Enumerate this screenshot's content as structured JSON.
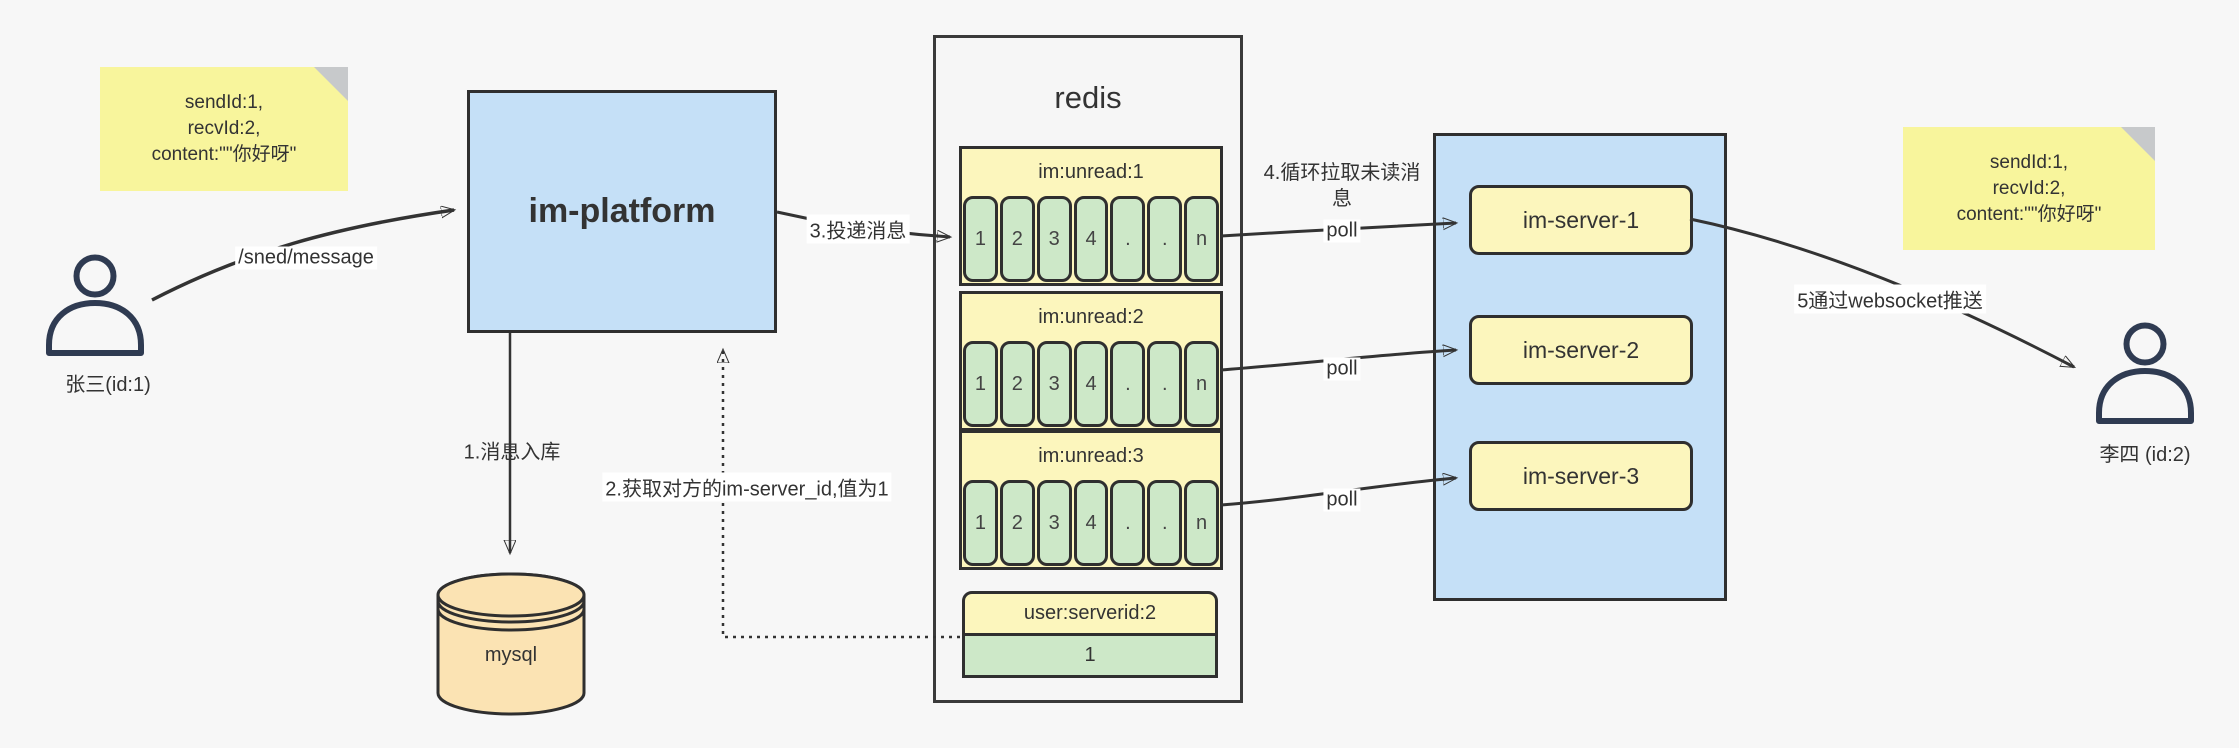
{
  "notes": {
    "left": {
      "lines": [
        "sendId:1,",
        "recvId:2,",
        "content:\"\"你好呀\""
      ]
    },
    "right": {
      "lines": [
        "sendId:1,",
        "recvId:2,",
        "content:\"\"你好呀\""
      ]
    }
  },
  "actors": {
    "sender": {
      "label": "张三(id:1)"
    },
    "receiver": {
      "label": "李四 (id:2)"
    }
  },
  "platform": {
    "label": "im-platform"
  },
  "database": {
    "label": "mysql"
  },
  "redis": {
    "title": "redis",
    "queues": [
      {
        "header": "im:unread:1",
        "cells": [
          "1",
          "2",
          "3",
          "4",
          ".",
          ".",
          "n"
        ]
      },
      {
        "header": "im:unread:2",
        "cells": [
          "1",
          "2",
          "3",
          "4",
          ".",
          ".",
          "n"
        ]
      },
      {
        "header": "im:unread:3",
        "cells": [
          "1",
          "2",
          "3",
          "4",
          ".",
          ".",
          "n"
        ]
      }
    ],
    "mapping": {
      "header": "user:serverid:2",
      "value": "1"
    }
  },
  "servers": [
    {
      "label": "im-server-1"
    },
    {
      "label": "im-server-2"
    },
    {
      "label": "im-server-3"
    }
  ],
  "labels": {
    "send_api": "/sned/message",
    "step1": "1.消息入库",
    "step2": "2.获取对方的im-server_id,值为1",
    "step3": "3.投递消息",
    "step4": "4.循环拉取未读消息",
    "poll": "poll",
    "step5": "5通过websocket推送"
  },
  "colors": {
    "background": "#f7f7f7",
    "box_blue": "#c5e0f7",
    "note_yellow": "#f8f59c",
    "panel_yellow": "#fcf6bd",
    "cell_green": "#cde8c8",
    "db_orange": "#fbe3b3",
    "line_dark": "#333333",
    "actor_stroke": "#2f3b52"
  }
}
